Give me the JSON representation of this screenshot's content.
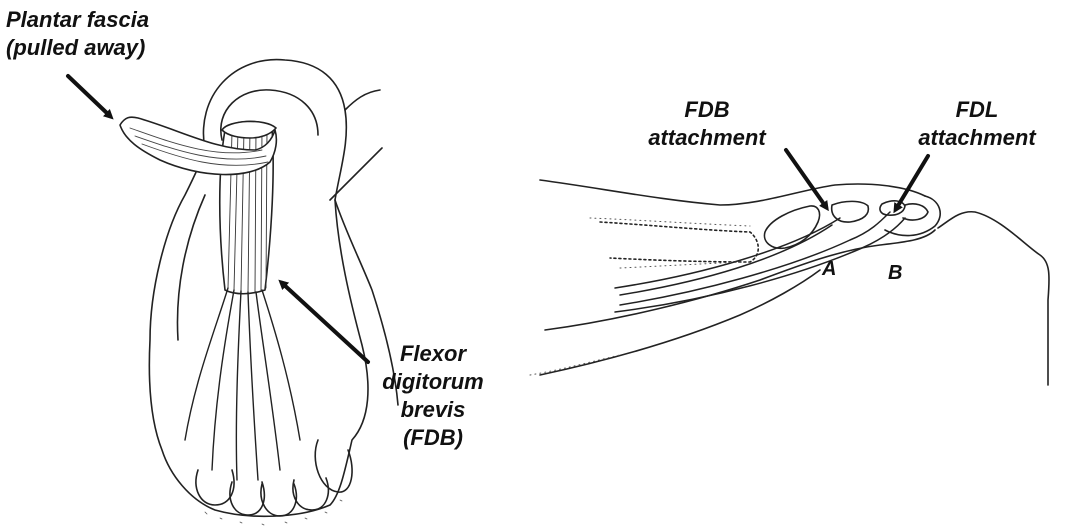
{
  "labels": {
    "plantar_fascia": {
      "line1": "Plantar fascia",
      "line2": "(pulled away)"
    },
    "fdb_muscle": {
      "line1": "Flexor",
      "line2": "digitorum",
      "line3": "brevis",
      "line4": "(FDB)"
    },
    "fdb_attachment": {
      "line1": "FDB",
      "line2": "attachment"
    },
    "fdl_attachment": {
      "line1": "FDL",
      "line2": "attachment"
    },
    "point_a": "A",
    "point_b": "B"
  },
  "colors": {
    "ink": "#111111",
    "background": "#ffffff"
  }
}
